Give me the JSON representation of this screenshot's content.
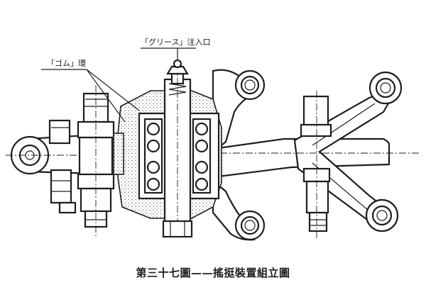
{
  "diagram": {
    "labels": {
      "grease_inlet": "「グリース」注入口",
      "rubber_ring": "「ゴム」環"
    },
    "caption": "第三十七圖——搖挺裝置組立圖"
  },
  "colors": {
    "ink": "#1e1e1e",
    "paper": "#ffffff"
  }
}
